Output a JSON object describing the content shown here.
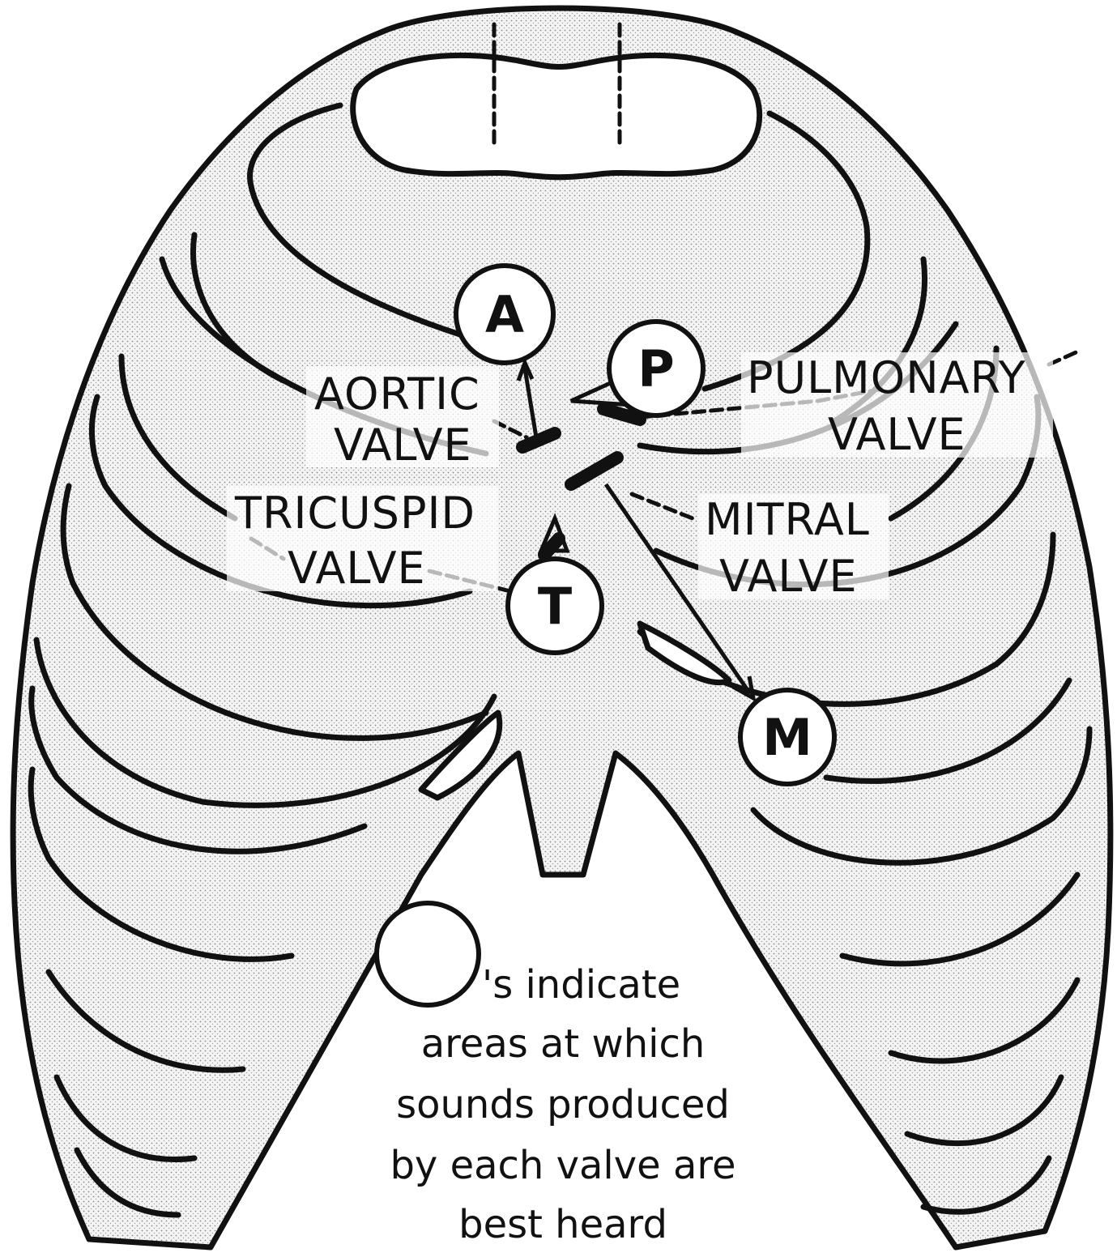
{
  "figure": {
    "auscultation_points": [
      {
        "letter": "A"
      },
      {
        "letter": "P"
      },
      {
        "letter": "T"
      },
      {
        "letter": "M"
      }
    ],
    "labels": {
      "aortic_1": "AORTIC",
      "aortic_2": "VALVE",
      "pulmonary_1": "PULMONARY",
      "pulmonary_2": "VALVE",
      "tricuspid_1": "TRICUSPID",
      "tricuspid_2": "VALVE",
      "mitral_1": "MITRAL",
      "mitral_2": "VALVE"
    },
    "legend_lines": [
      "'s indicate",
      "areas at which",
      "sounds produced",
      "by each valve are",
      "best heard"
    ]
  }
}
